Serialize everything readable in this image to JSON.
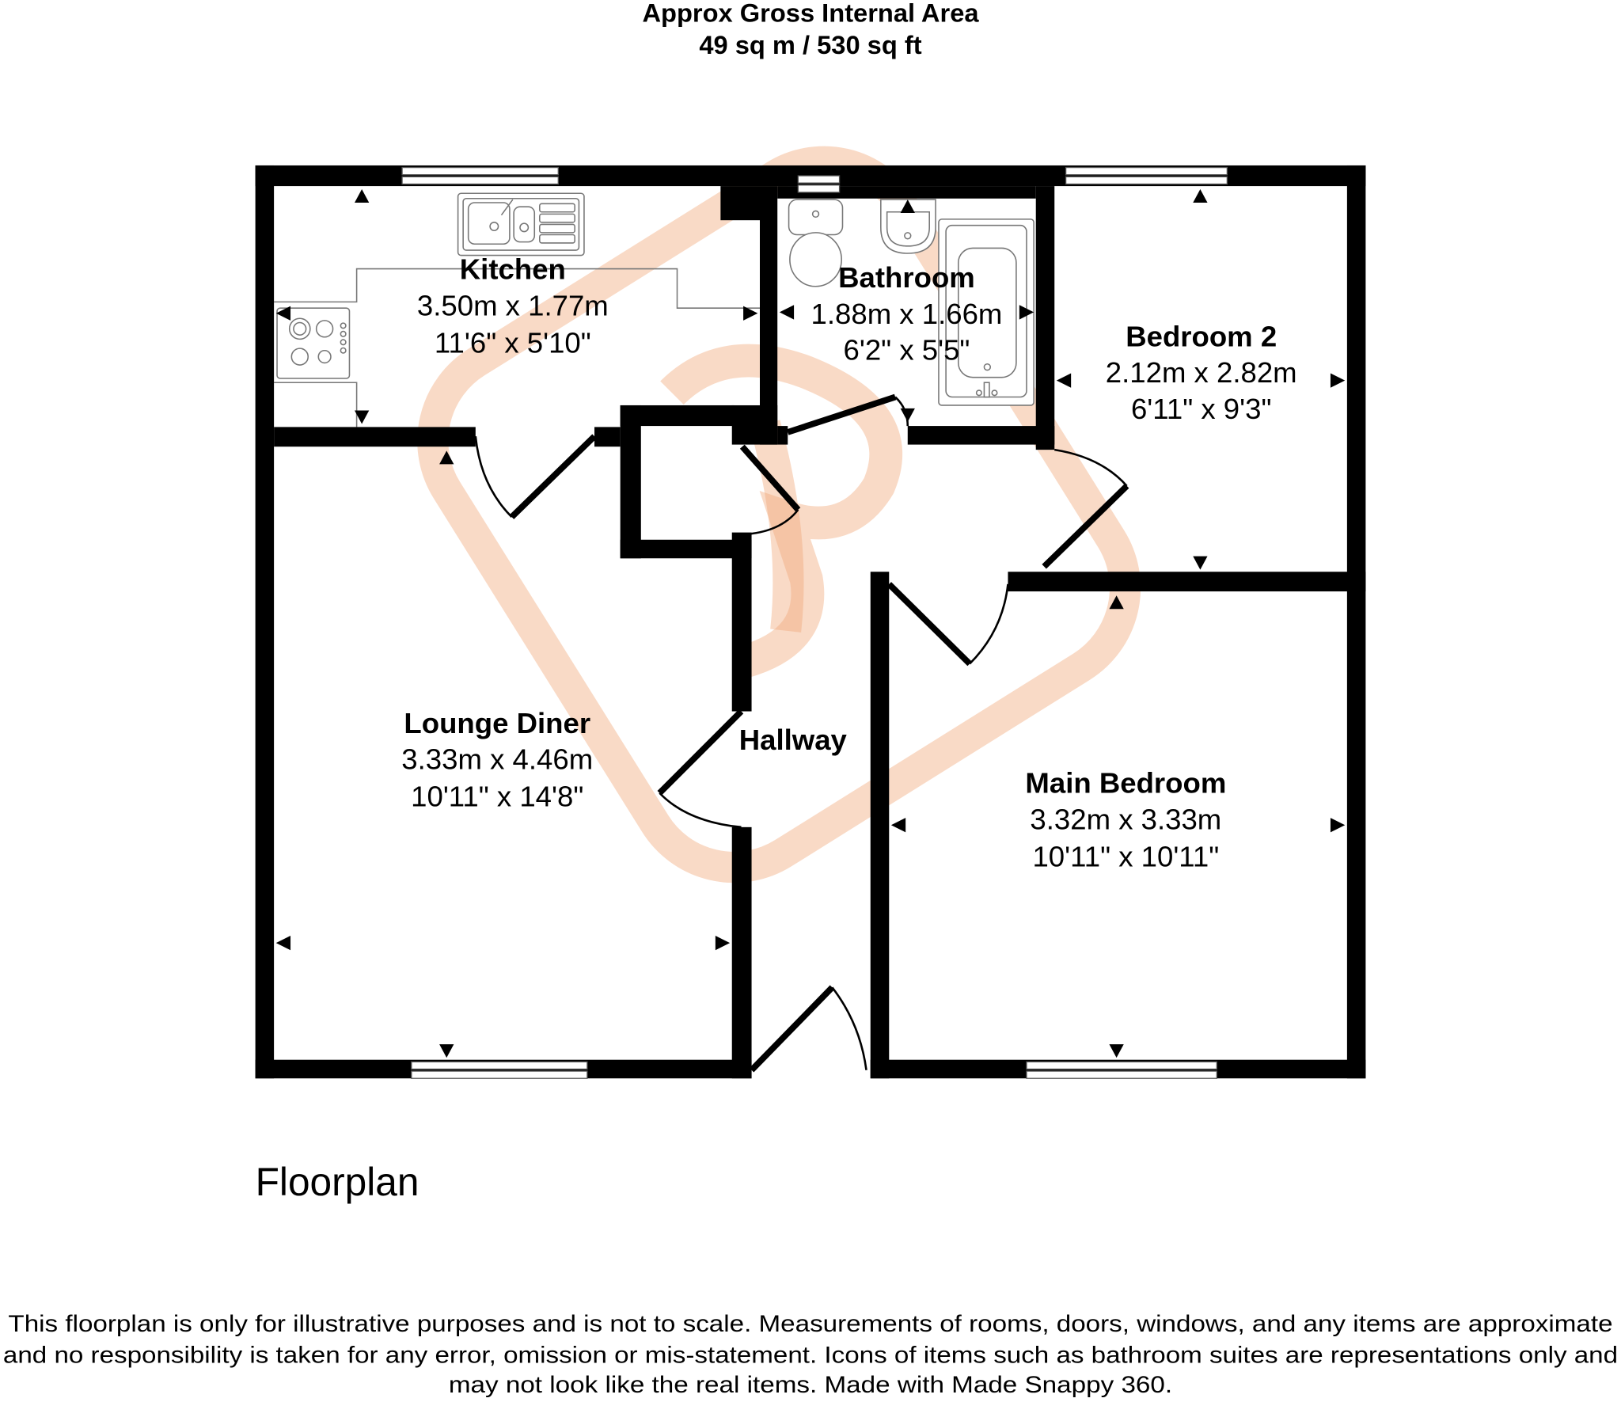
{
  "header": {
    "title": "Approx Gross Internal Area",
    "area": "49 sq m / 530 sq ft"
  },
  "floor_label": "Floorplan",
  "rooms": [
    {
      "name": "Kitchen",
      "metric": "3.50m x 1.77m",
      "imperial": "11'6\" x 5'10\""
    },
    {
      "name": "Bathroom",
      "metric": "1.88m x 1.66m",
      "imperial": "6'2\" x 5'5\""
    },
    {
      "name": "Bedroom 2",
      "metric": "2.12m x 2.82m",
      "imperial": "6'11\" x 9'3\""
    },
    {
      "name": "Lounge Diner",
      "metric": "3.33m x 4.46m",
      "imperial": "10'11\" x 14'8\""
    },
    {
      "name": "Hallway"
    },
    {
      "name": "Main Bedroom",
      "metric": "3.32m x 3.33m",
      "imperial": "10'11\" x 10'11\""
    }
  ],
  "disclaimer": {
    "line1": "This floorplan is only for illustrative purposes and is not to scale. Measurements of rooms, doors, windows, and any items are approximate",
    "line2": "and no responsibility is taken for any error, omission or mis-statement. Icons of items such as bathroom suites are representations only and",
    "line3": "may not look like the real items. Made with Made Snappy 360."
  },
  "colors": {
    "wall": "#000000",
    "watermark": "#f0a877",
    "fixture_stroke": "#777777",
    "background": "#ffffff"
  }
}
